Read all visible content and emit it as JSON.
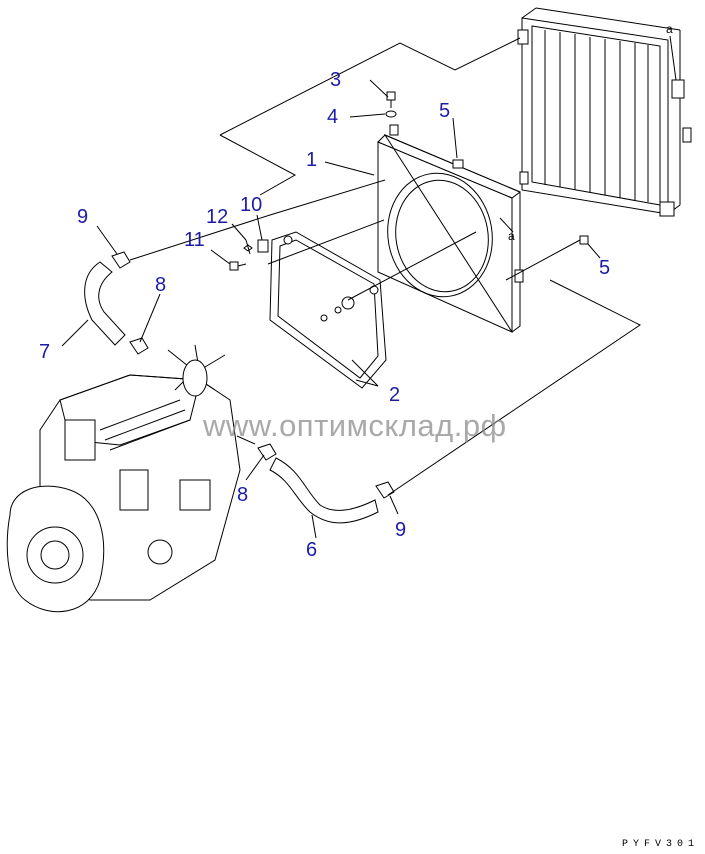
{
  "diagram": {
    "callouts": [
      {
        "id": "c3",
        "label": "3"
      },
      {
        "id": "c4",
        "label": "4"
      },
      {
        "id": "c5a",
        "label": "5"
      },
      {
        "id": "c1",
        "label": "1"
      },
      {
        "id": "c10",
        "label": "10"
      },
      {
        "id": "c12",
        "label": "12"
      },
      {
        "id": "c11",
        "label": "11"
      },
      {
        "id": "c9a",
        "label": "9"
      },
      {
        "id": "c8a",
        "label": "8"
      },
      {
        "id": "c7",
        "label": "7"
      },
      {
        "id": "c2",
        "label": "2"
      },
      {
        "id": "c8b",
        "label": "8"
      },
      {
        "id": "c6",
        "label": "6"
      },
      {
        "id": "c9b",
        "label": "9"
      },
      {
        "id": "c5b",
        "label": "5"
      }
    ],
    "refs": [
      {
        "label": "a"
      },
      {
        "label": "a"
      }
    ],
    "watermark": "www.оптимсклад.рф",
    "drawing_code": "PYFV301",
    "label_color": "#1c1ca8"
  }
}
